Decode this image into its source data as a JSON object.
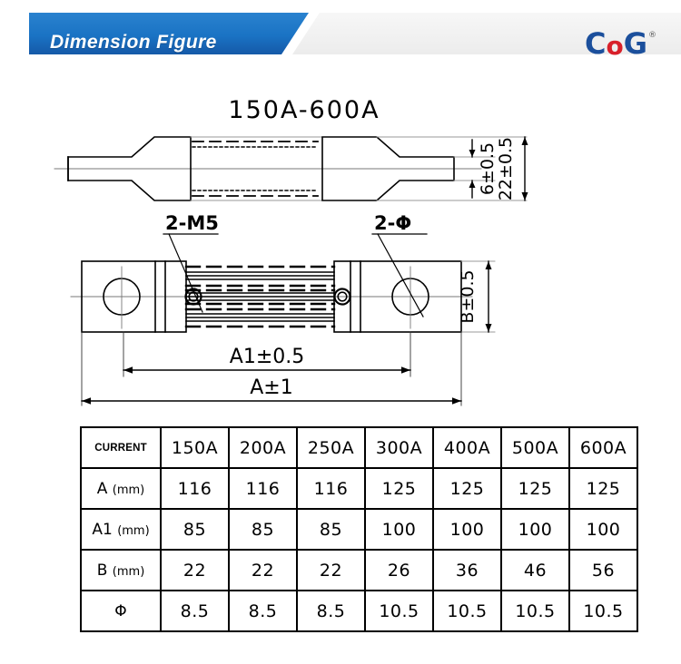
{
  "header": {
    "banner_title": "Dimension Figure",
    "logo": {
      "part1": "C",
      "part2": "o",
      "part3": "G",
      "trademark": "®"
    },
    "banner_color": "#1a73c4",
    "banner_color_dark": "#1559a8",
    "logo_blue": "#1b4f9c",
    "logo_red": "#d8202a"
  },
  "drawing": {
    "title": "150A-600A",
    "labels": {
      "thickness": "6±0.5",
      "height": "22±0.5",
      "thread_holes": "2-M5",
      "through_holes": "2-Φ",
      "width_b": "B±0.5",
      "dim_a1": "A1±0.5",
      "dim_a": "A±1"
    }
  },
  "table": {
    "columns": [
      "CURRENT",
      "150A",
      "200A",
      "250A",
      "300A",
      "400A",
      "500A",
      "600A"
    ],
    "rows": [
      {
        "label": "A",
        "unit": "(mm)",
        "values": [
          "116",
          "116",
          "116",
          "125",
          "125",
          "125",
          "125"
        ]
      },
      {
        "label": "A1",
        "unit": "(mm)",
        "values": [
          "85",
          "85",
          "85",
          "100",
          "100",
          "100",
          "100"
        ]
      },
      {
        "label": "B",
        "unit": "(mm)",
        "values": [
          "22",
          "22",
          "22",
          "26",
          "36",
          "46",
          "56"
        ]
      },
      {
        "label": "Φ",
        "unit": "",
        "values": [
          "8.5",
          "8.5",
          "8.5",
          "10.5",
          "10.5",
          "10.5",
          "10.5"
        ]
      }
    ]
  }
}
